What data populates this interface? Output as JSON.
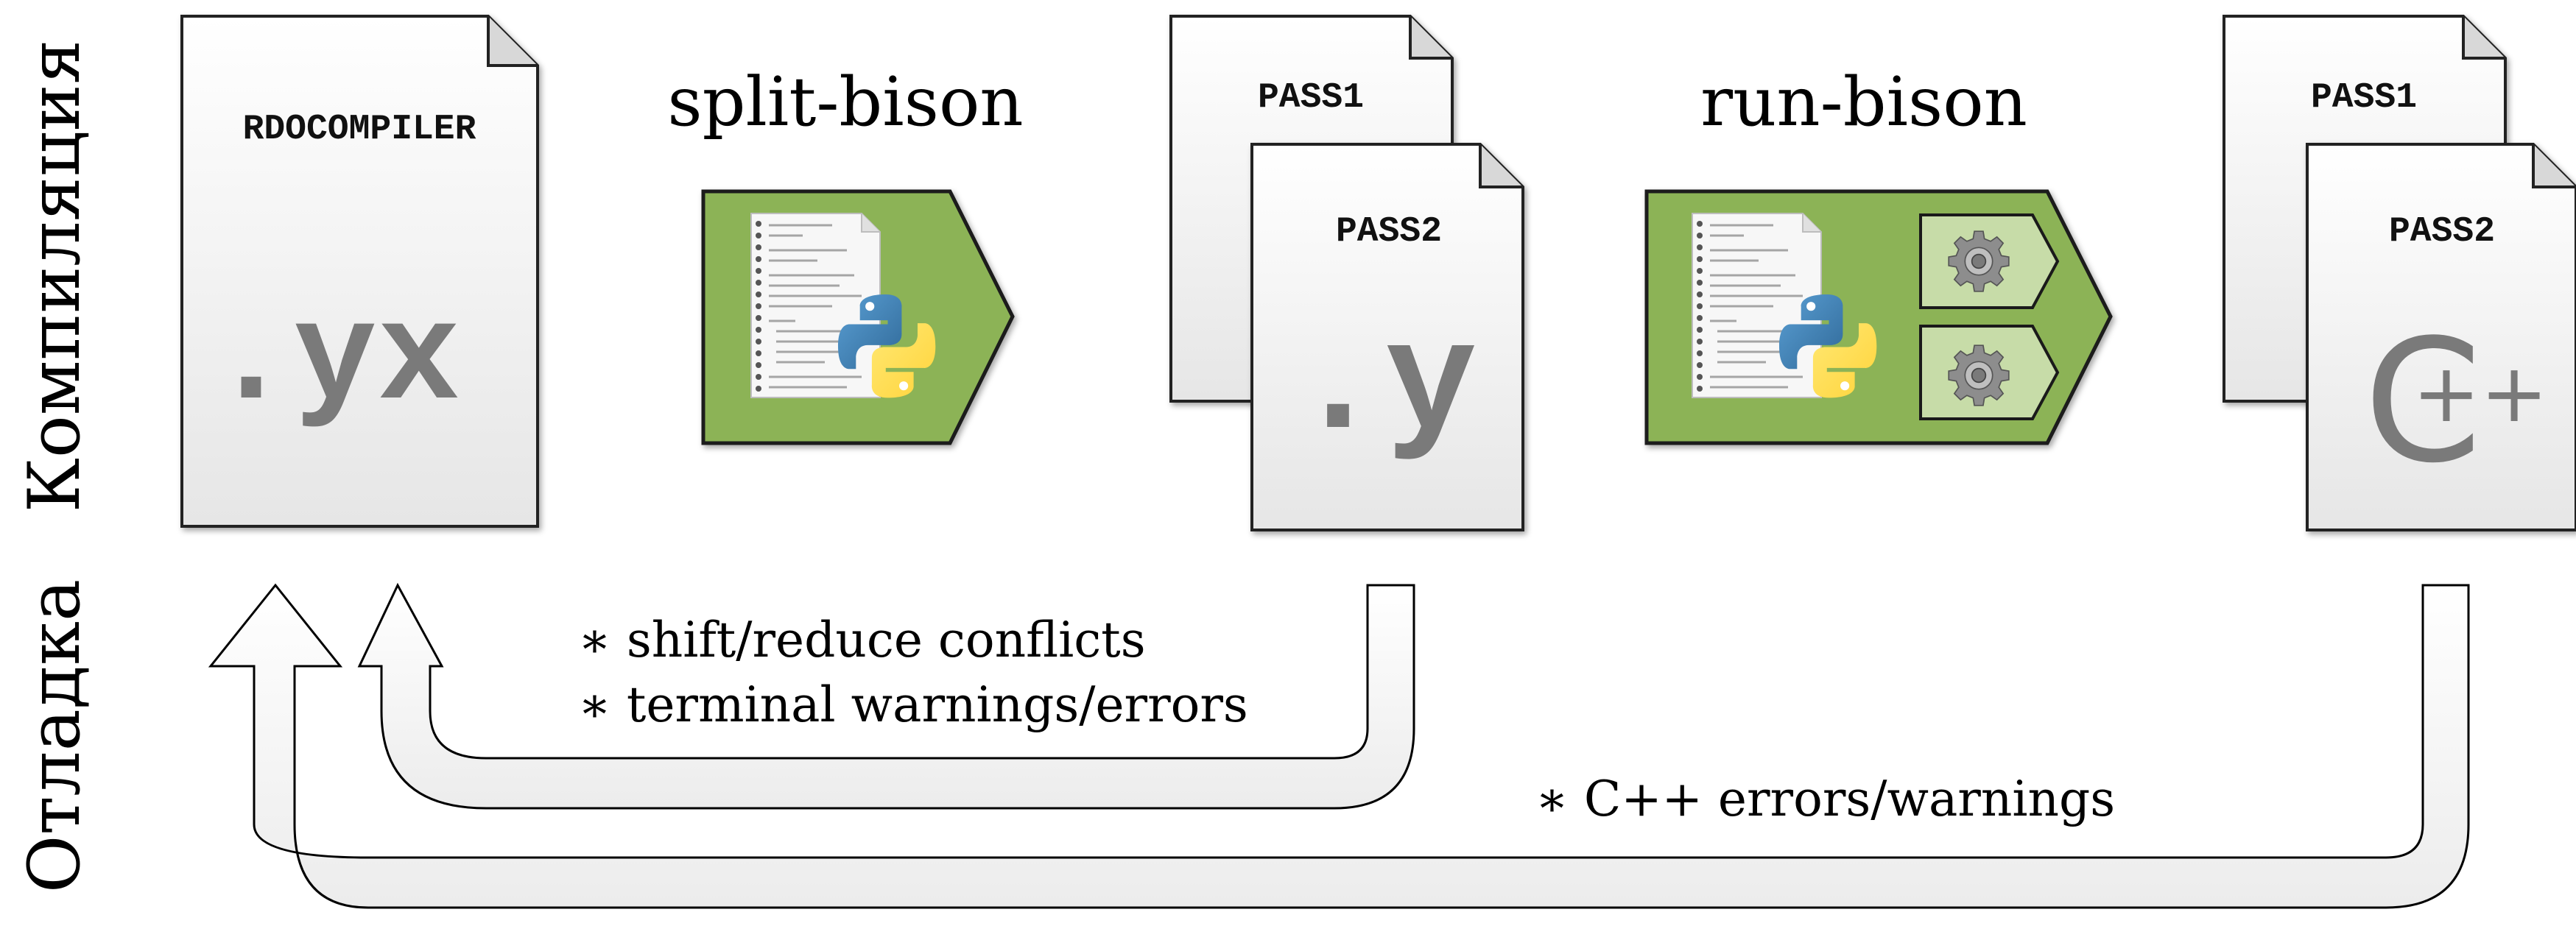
{
  "side_labels": {
    "compile": "Компиляция",
    "debug": "Отладка"
  },
  "sources": {
    "rdocompiler": {
      "label": "RDOCOMPILER",
      "ext": ".yx"
    }
  },
  "steps": {
    "split": {
      "title": "split-bison"
    },
    "run": {
      "title": "run-bison"
    }
  },
  "intermediate": {
    "pass1": {
      "label": "PASS1"
    },
    "pass2": {
      "label": "PASS2",
      "ext": ".y"
    }
  },
  "output": {
    "pass1": {
      "label": "PASS1"
    },
    "pass2": {
      "label": "PASS2",
      "ext_c": "C",
      "ext_pp": "++"
    }
  },
  "feedback": {
    "bison_note_1": "∗ shift/reduce conflicts",
    "bison_note_2": "∗ terminal warnings/errors",
    "cpp_note": "∗ C++ errors/warnings"
  },
  "colors": {
    "process_fill": "#8cb357",
    "process_stroke": "#1a1a1a",
    "arrow_fill": "#f2f2f2",
    "python_blue": "#3a73b0",
    "python_yellow": "#f4cf3f"
  },
  "icons": [
    "document-icon",
    "python-script-icon",
    "gear-icon"
  ]
}
